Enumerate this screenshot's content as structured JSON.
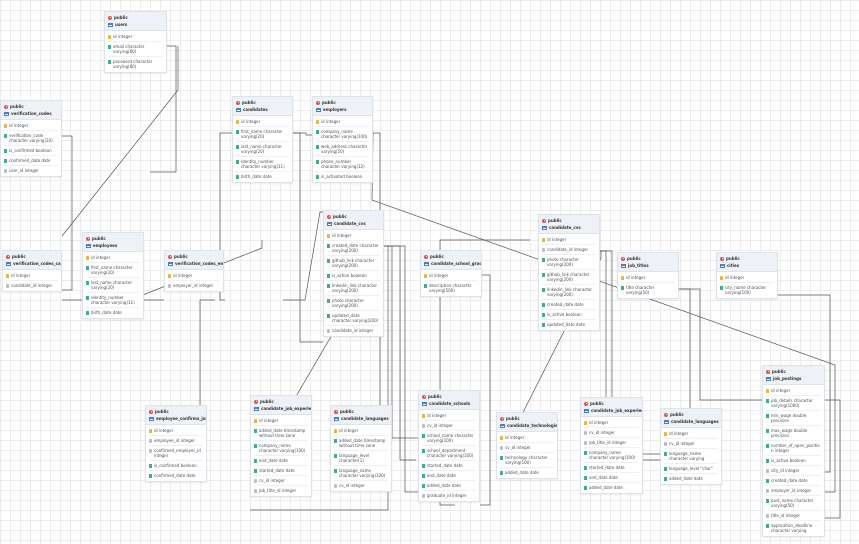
{
  "tables": [
    {
      "id": "t1",
      "schema": "public",
      "name": "users",
      "columns": [
        {
          "icon": "key",
          "text": "id integer"
        },
        {
          "icon": "col",
          "text": "email character varying(80)"
        },
        {
          "icon": "col",
          "text": "password character varying(80)"
        }
      ]
    },
    {
      "id": "t2",
      "schema": "public",
      "name": "verification_codes",
      "columns": [
        {
          "icon": "key",
          "text": "id integer"
        },
        {
          "icon": "col",
          "text": "verification_code character varying(20)"
        },
        {
          "icon": "col",
          "text": "is_confirmed boolean"
        },
        {
          "icon": "col",
          "text": "confirmed_date date"
        },
        {
          "icon": "fk",
          "text": "user_id integer"
        }
      ]
    },
    {
      "id": "t3",
      "schema": "public",
      "name": "candidates",
      "columns": [
        {
          "icon": "key",
          "text": "id integer"
        },
        {
          "icon": "col",
          "text": "first_name character varying(20)"
        },
        {
          "icon": "col",
          "text": "last_name character varying(20)"
        },
        {
          "icon": "col",
          "text": "identity_number character varying(11)"
        },
        {
          "icon": "col",
          "text": "birth_date date"
        }
      ]
    },
    {
      "id": "t4",
      "schema": "public",
      "name": "employers",
      "columns": [
        {
          "icon": "key",
          "text": "id integer"
        },
        {
          "icon": "col",
          "text": "company_name character varying(100)"
        },
        {
          "icon": "col",
          "text": "web_address character varying(50)"
        },
        {
          "icon": "col",
          "text": "phone_number character varying(12)"
        },
        {
          "icon": "col",
          "text": "is_activated boolean"
        }
      ]
    },
    {
      "id": "t5",
      "schema": "public",
      "name": "verification_codes_candidates",
      "columns": [
        {
          "icon": "key",
          "text": "id integer"
        },
        {
          "icon": "fk",
          "text": "candidate_id integer"
        }
      ]
    },
    {
      "id": "t6",
      "schema": "public",
      "name": "employees",
      "columns": [
        {
          "icon": "key",
          "text": "id integer"
        },
        {
          "icon": "col",
          "text": "first_name character varying(20)"
        },
        {
          "icon": "col",
          "text": "last_name character varying(20)"
        },
        {
          "icon": "col",
          "text": "identity_number character varying(11)"
        },
        {
          "icon": "col",
          "text": "birth_date date"
        }
      ]
    },
    {
      "id": "t7",
      "schema": "public",
      "name": "verification_codes_employers",
      "columns": [
        {
          "icon": "key",
          "text": "id integer"
        },
        {
          "icon": "fk",
          "text": "employer_id integer"
        }
      ]
    },
    {
      "id": "t8",
      "schema": "public",
      "name": "candidate_cvs",
      "columns": [
        {
          "icon": "key",
          "text": "id integer"
        },
        {
          "icon": "col",
          "text": "created_date character varying(200)"
        },
        {
          "icon": "col",
          "text": "github_link character varying(200)"
        },
        {
          "icon": "col",
          "text": "is_active boolean"
        },
        {
          "icon": "col",
          "text": "linkedin_link character varying(200)"
        },
        {
          "icon": "col",
          "text": "photo character varying(200)"
        },
        {
          "icon": "col",
          "text": "updated_date character varying(200)"
        },
        {
          "icon": "fk",
          "text": "candidate_id integer"
        }
      ]
    },
    {
      "id": "t9",
      "schema": "public",
      "name": "candidate_school_graduations",
      "columns": [
        {
          "icon": "key",
          "text": "id integer"
        },
        {
          "icon": "col",
          "text": "description character varying(500)"
        }
      ]
    },
    {
      "id": "t10",
      "schema": "public",
      "name": "candidate_cvs",
      "columns": [
        {
          "icon": "key",
          "text": "id integer"
        },
        {
          "icon": "fk",
          "text": "candidate_id integer"
        },
        {
          "icon": "col",
          "text": "photo character varying(200)"
        },
        {
          "icon": "col",
          "text": "github_link character varying(200)"
        },
        {
          "icon": "col",
          "text": "linkedin_link character varying(200)"
        },
        {
          "icon": "col",
          "text": "created_date date"
        },
        {
          "icon": "col",
          "text": "is_active boolean"
        },
        {
          "icon": "col",
          "text": "updated_date date"
        }
      ]
    },
    {
      "id": "t11",
      "schema": "public",
      "name": "job_titles",
      "columns": [
        {
          "icon": "key",
          "text": "id integer"
        },
        {
          "icon": "col",
          "text": "title character varying(50)"
        }
      ]
    },
    {
      "id": "t12",
      "schema": "public",
      "name": "cities",
      "columns": [
        {
          "icon": "key",
          "text": "id integer"
        },
        {
          "icon": "col",
          "text": "city_name character varying(100)"
        }
      ]
    },
    {
      "id": "t13",
      "schema": "public",
      "name": "employee_confirms_job_advertisements",
      "columns": [
        {
          "icon": "key",
          "text": "id integer"
        },
        {
          "icon": "fk",
          "text": "employee_id integer"
        },
        {
          "icon": "fk",
          "text": "confirmed_employer_id integer"
        },
        {
          "icon": "col",
          "text": "is_confirmed boolean"
        },
        {
          "icon": "col",
          "text": "confirmed_date date"
        }
      ]
    },
    {
      "id": "t14",
      "schema": "public",
      "name": "candidate_job_experiences",
      "columns": [
        {
          "icon": "key",
          "text": "id integer"
        },
        {
          "icon": "col",
          "text": "added_date timestamp without time zone"
        },
        {
          "icon": "col",
          "text": "company_name character varying(100)"
        },
        {
          "icon": "col",
          "text": "end_date date"
        },
        {
          "icon": "col",
          "text": "started_date date"
        },
        {
          "icon": "fk",
          "text": "cv_id integer"
        },
        {
          "icon": "fk",
          "text": "job_title_id integer"
        }
      ]
    },
    {
      "id": "t15",
      "schema": "public",
      "name": "candidate_languages",
      "columns": [
        {
          "icon": "key",
          "text": "id integer"
        },
        {
          "icon": "col",
          "text": "added_date timestamp without time zone"
        },
        {
          "icon": "col",
          "text": "language_level character(1)"
        },
        {
          "icon": "col",
          "text": "language_name character varying(100)"
        },
        {
          "icon": "fk",
          "text": "cv_id integer"
        }
      ]
    },
    {
      "id": "t16",
      "schema": "public",
      "name": "candidate_schools",
      "columns": [
        {
          "icon": "key",
          "text": "id integer"
        },
        {
          "icon": "fk",
          "text": "cv_id integer"
        },
        {
          "icon": "col",
          "text": "school_name character varying(100)"
        },
        {
          "icon": "col",
          "text": "school_department character varying(100)"
        },
        {
          "icon": "col",
          "text": "started_date date"
        },
        {
          "icon": "col",
          "text": "end_date date"
        },
        {
          "icon": "col",
          "text": "added_date date"
        },
        {
          "icon": "fk",
          "text": "graduate_id integer"
        }
      ]
    },
    {
      "id": "t17",
      "schema": "public",
      "name": "candidate_technologies",
      "columns": [
        {
          "icon": "key",
          "text": "id integer"
        },
        {
          "icon": "fk",
          "text": "cv_id integer"
        },
        {
          "icon": "col",
          "text": "technology character varying(100)"
        },
        {
          "icon": "col",
          "text": "added_date date"
        }
      ]
    },
    {
      "id": "t18",
      "schema": "public",
      "name": "candidate_job_experiences",
      "columns": [
        {
          "icon": "key",
          "text": "id integer"
        },
        {
          "icon": "fk",
          "text": "cv_id integer"
        },
        {
          "icon": "fk",
          "text": "job_title_id integer"
        },
        {
          "icon": "col",
          "text": "company_name character varying(100)"
        },
        {
          "icon": "col",
          "text": "started_date date"
        },
        {
          "icon": "col",
          "text": "end_date date"
        },
        {
          "icon": "col",
          "text": "added_date date"
        }
      ]
    },
    {
      "id": "t19",
      "schema": "public",
      "name": "candidate_languages",
      "columns": [
        {
          "icon": "key",
          "text": "id integer"
        },
        {
          "icon": "fk",
          "text": "cv_id integer"
        },
        {
          "icon": "col",
          "text": "language_name character varying"
        },
        {
          "icon": "col",
          "text": "language_level \"char\""
        },
        {
          "icon": "col",
          "text": "added_date date"
        }
      ]
    },
    {
      "id": "t20",
      "schema": "public",
      "name": "job_postings",
      "columns": [
        {
          "icon": "key",
          "text": "id integer"
        },
        {
          "icon": "col",
          "text": "job_details character varying(1000)"
        },
        {
          "icon": "col",
          "text": "min_wage double precision"
        },
        {
          "icon": "col",
          "text": "max_wage double precision"
        },
        {
          "icon": "col",
          "text": "number_of_open_position integer"
        },
        {
          "icon": "col",
          "text": "is_active boolean"
        },
        {
          "icon": "fk",
          "text": "city_id integer"
        },
        {
          "icon": "col",
          "text": "created_date date"
        },
        {
          "icon": "fk",
          "text": "employer_id integer"
        },
        {
          "icon": "col",
          "text": "post_name character varying(50)"
        },
        {
          "icon": "fk",
          "text": "title_id integer"
        },
        {
          "icon": "col",
          "text": "application_deadline character varying"
        }
      ]
    }
  ]
}
